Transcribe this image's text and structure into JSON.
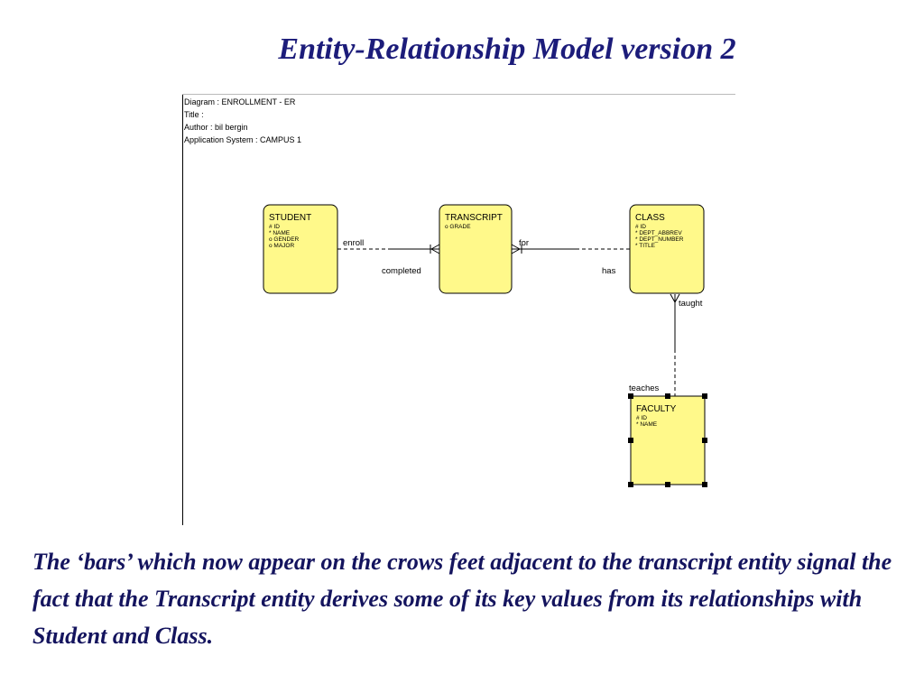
{
  "slide": {
    "title": "Entity-Relationship Model version 2",
    "caption": "The ‘bars’ which now appear on the crows feet adjacent to the transcript entity signal the fact that the Transcript entity derives some of its key values from its relationships with Student and Class."
  },
  "diagram_header": {
    "line1": "Diagram : ENROLLMENT - ER",
    "line2": "Title :",
    "line3": "Author : bil bergin",
    "line4": "Application System : CAMPUS 1"
  },
  "entities": {
    "student": {
      "name": "STUDENT",
      "attrs": [
        "# ID",
        "* NAME",
        "o GENDER",
        "o MAJOR"
      ]
    },
    "transcript": {
      "name": "TRANSCRIPT",
      "attrs": [
        "o GRADE"
      ]
    },
    "class": {
      "name": "CLASS",
      "attrs": [
        "# ID",
        "* DEPT_ABBREV",
        "* DEPT_NUMBER",
        "* TITLE"
      ]
    },
    "faculty": {
      "name": "FACULTY",
      "attrs": [
        "# ID",
        "* NAME"
      ]
    }
  },
  "relationships": {
    "enroll": "enroll",
    "completed": "completed",
    "for": "for",
    "has": "has",
    "taught": "taught",
    "teaches": "teaches"
  },
  "colors": {
    "entity_fill": "#FFF98A",
    "entity_border": "#000000",
    "title_color": "#1c1c7a"
  }
}
